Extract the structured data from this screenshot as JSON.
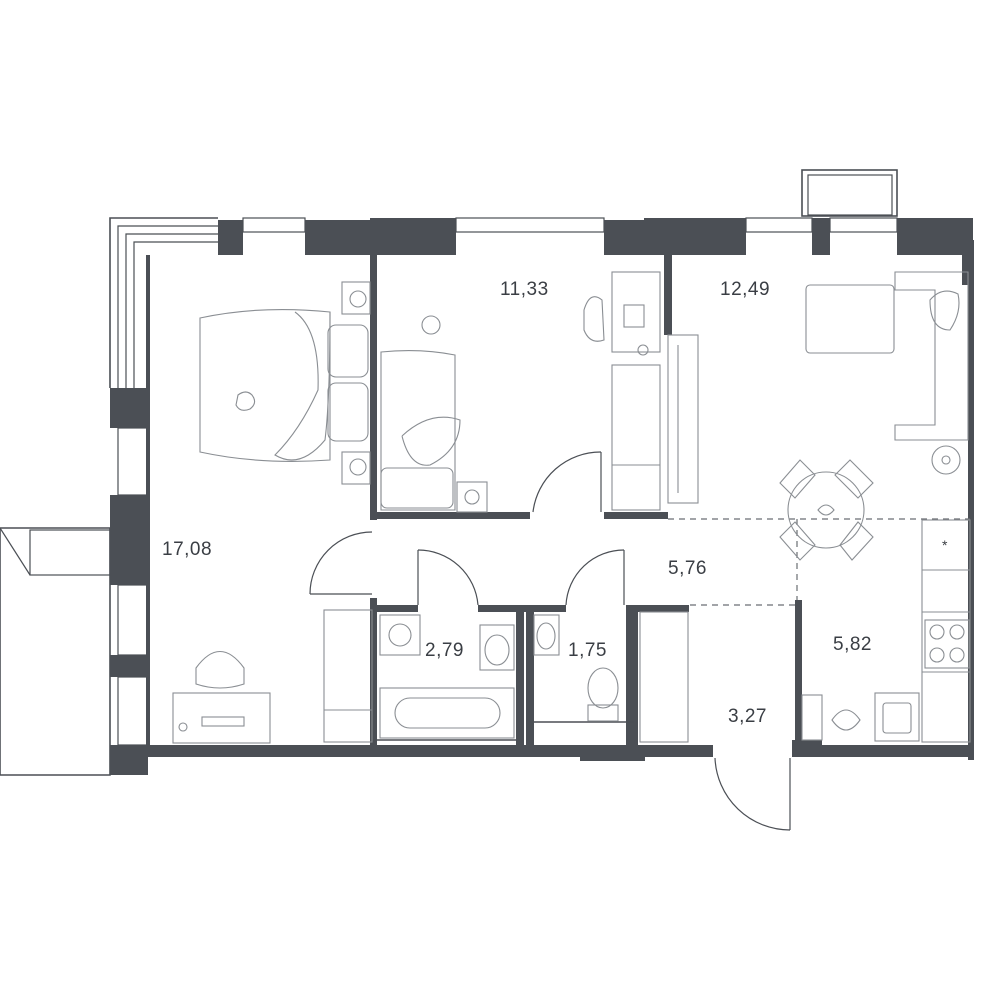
{
  "rooms": {
    "bedroom_large": {
      "area": "17,08"
    },
    "bedroom_small": {
      "area": "11,33"
    },
    "living_room": {
      "area": "12,49"
    },
    "corridor": {
      "area": "5,76"
    },
    "bathroom": {
      "area": "2,79"
    },
    "toilet": {
      "area": "1,75"
    },
    "hall": {
      "area": "3,27"
    },
    "kitchen": {
      "area": "5,82"
    }
  },
  "colors": {
    "wall": "#4b4f55",
    "furniture": "#8a8e93",
    "background": "#ffffff"
  }
}
